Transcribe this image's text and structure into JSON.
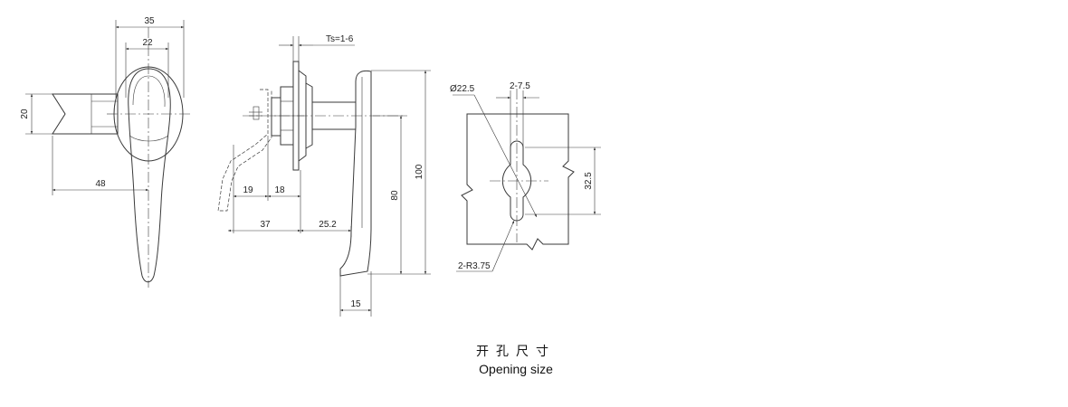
{
  "dimensions": {
    "front_width_35": "35",
    "front_width_22": "22",
    "front_height_20": "20",
    "front_offset_48": "48",
    "ts_range": "Ts=1-6",
    "side_19": "19",
    "side_18": "18",
    "side_37": "37",
    "side_25_2": "25.2",
    "side_15": "15",
    "side_80": "80",
    "side_100": "100",
    "hole_diameter": "Ø22.5",
    "hole_slots": "2-7.5",
    "hole_height": "32.5",
    "hole_radius": "2-R3.75"
  },
  "caption": {
    "chinese": "开孔尺寸",
    "english": "Opening size"
  }
}
